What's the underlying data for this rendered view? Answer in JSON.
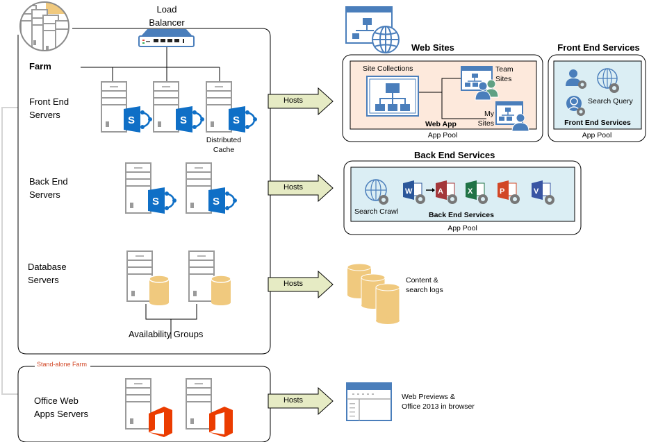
{
  "farm": {
    "title": "Farm",
    "load_balancer_label": [
      "Load",
      "Balancer"
    ],
    "tiers": [
      {
        "label": [
          "Front End",
          "Servers"
        ],
        "server_count": 3,
        "role": "SharePoint",
        "note": [
          "Distributed",
          "Cache"
        ]
      },
      {
        "label": [
          "Back End",
          "Servers"
        ],
        "server_count": 2,
        "role": "SharePoint"
      },
      {
        "label": [
          "Database",
          "Servers"
        ],
        "server_count": 2,
        "role": "SQL",
        "note": [
          "Availability Groups"
        ]
      }
    ]
  },
  "standalone_farm": {
    "title": "Stand-alone Farm",
    "label": [
      "Office Web",
      "Apps Servers"
    ],
    "server_count": 2,
    "role": "Office"
  },
  "arrows": [
    {
      "label": "Hosts"
    },
    {
      "label": "Hosts"
    },
    {
      "label": "Hosts"
    },
    {
      "label": "Hosts"
    }
  ],
  "web_sites": {
    "title": "Web Sites",
    "site_collections": "Site Collections",
    "team_sites": [
      "Team",
      "Sites"
    ],
    "my_sites": [
      "My",
      "Sites"
    ],
    "web_app": "Web App",
    "app_pool": "App Pool"
  },
  "front_end_services": {
    "title": "Front End Services",
    "search_query": "Search Query",
    "inner_title": "Front End Services",
    "app_pool": "App Pool"
  },
  "back_end_services": {
    "title": "Back End Services",
    "search_crawl": "Search Crawl",
    "inner_title": "Back End Services",
    "services": [
      "Word",
      "Access",
      "Excel",
      "PowerPoint",
      "Visio"
    ],
    "app_pool": "App Pool"
  },
  "databases": {
    "label": [
      "Content &",
      "search logs"
    ]
  },
  "web_previews": {
    "label": [
      "Web Previews &",
      "Office 2013 in browser"
    ]
  },
  "colors": {
    "sharepoint_blue": "#0f6fc6",
    "office_red": "#eb3c00",
    "db_tan": "#f0c97e",
    "server_gray": "#9a9a9a",
    "arrow_fill": "#e6ebc4",
    "web_app_bg": "#fde9dc",
    "services_bg": "#dbeef4",
    "icon_blue": "#4a7ebb",
    "standalone_title": "#d24726"
  }
}
